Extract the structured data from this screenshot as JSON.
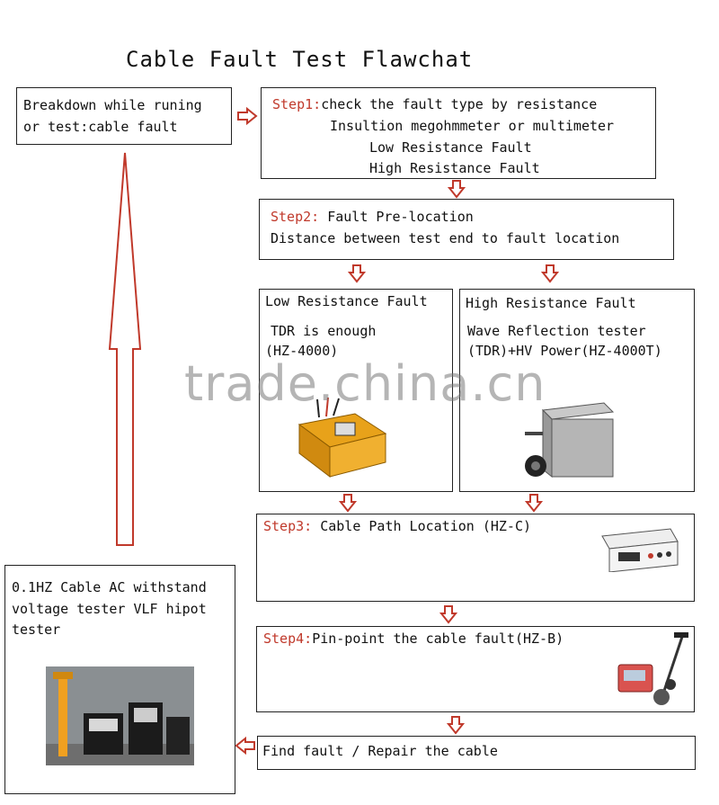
{
  "title": "Cable Fault Test Flawchat",
  "start_box": {
    "line1": "Breakdown while runing",
    "line2": "or test:cable fault"
  },
  "step1": {
    "label": "Step1:",
    "text": "check the fault type by resistance",
    "line2": "Insultion megohmmeter or multimeter",
    "line3": "Low Resistance Fault",
    "line4": "High Resistance Fault"
  },
  "step2": {
    "label": "Step2:",
    "text": " Fault Pre-location",
    "line2": "Distance between test end to fault location"
  },
  "low_box": {
    "title": "Low Resistance Fault",
    "line2": "TDR is enough",
    "line3": "(HZ-4000)"
  },
  "high_box": {
    "title": "High Resistance Fault",
    "line2": "Wave Reflection tester",
    "line3": "(TDR)+HV Power(HZ-4000T)"
  },
  "step3": {
    "label": "Step3:",
    "text": " Cable Path Location (HZ-C)"
  },
  "step4": {
    "label": "Step4:",
    "text": "Pin-point the cable fault(HZ-B)"
  },
  "find_box": {
    "text": "Find fault / Repair the cable"
  },
  "vlf_box": {
    "line1": "0.1HZ Cable AC withstand",
    "line2": "voltage tester VLF hipot",
    "line3": "tester"
  },
  "watermark": "trade.china.cn",
  "colors": {
    "accent_red": "#c0392b",
    "border": "#222222"
  }
}
